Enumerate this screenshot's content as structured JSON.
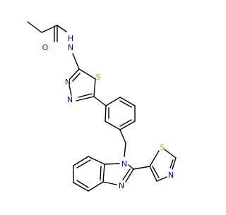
{
  "colors": {
    "background": "#ffffff",
    "bond": "#000000",
    "oxygen": "#ff0000",
    "nitrogen": "#0000ff",
    "sulfur": "#b8a000"
  },
  "atom_labels": {
    "oxygen": "O",
    "amide_nh": "N",
    "amide_h": "H",
    "thiadiazole_s": "S",
    "thiadiazole_n1": "N",
    "thiadiazole_n2": "N",
    "benzimidazole_n1": "N",
    "benzimidazole_n3": "N",
    "thiazole_s": "S",
    "thiazole_n": "N"
  }
}
